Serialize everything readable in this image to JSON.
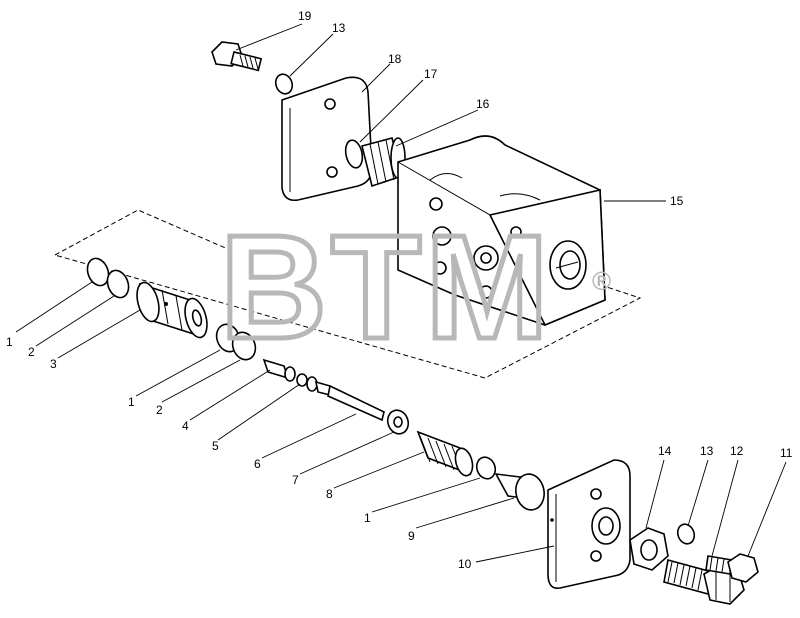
{
  "watermark": {
    "text": "BTM",
    "registered": "®",
    "color": "#b8b8b8"
  },
  "labels": {
    "p19": "19",
    "p13a": "13",
    "p18": "18",
    "p17": "17",
    "p16": "16",
    "p15": "15",
    "p1a": "1",
    "p2a": "2",
    "p3": "3",
    "p1b": "1",
    "p2b": "2",
    "p4": "4",
    "p5": "5",
    "p6": "6",
    "p7": "7",
    "p8": "8",
    "p1c": "1",
    "p9": "9",
    "p10": "10",
    "p14": "14",
    "p13b": "13",
    "p12": "12",
    "p11": "11"
  }
}
